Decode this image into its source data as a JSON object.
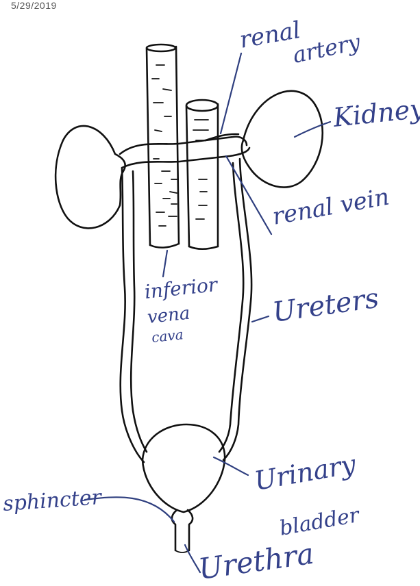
{
  "header": {
    "date": "5/29/2019"
  },
  "labels": {
    "renal_artery_line1": "renal",
    "renal_artery_line2": "artery",
    "kidney": "Kidney",
    "renal_vein_line1": "renal vein",
    "ivc_line1": "inferior",
    "ivc_line2": "vena",
    "ivc_line3": "cava",
    "ureters": "Ureters",
    "sphincter": "sphincter",
    "urinary_bladder_line1": "Urinary",
    "urinary_bladder_line2": "bladder",
    "urethra": "Urethra"
  },
  "colors": {
    "ink": "#111111",
    "annotation": "#34418a"
  }
}
